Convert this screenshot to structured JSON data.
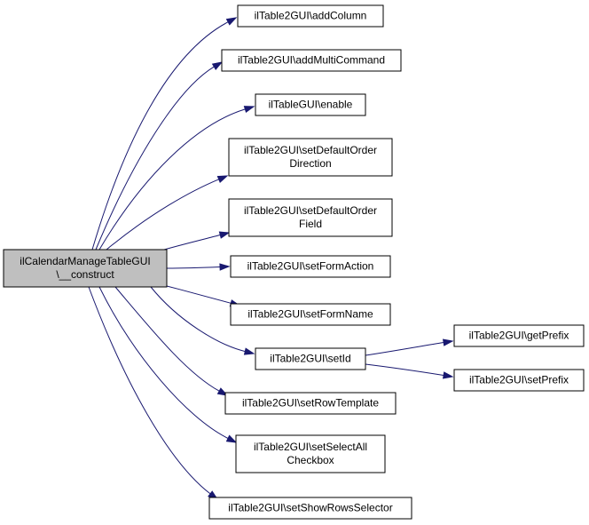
{
  "colors": {
    "root_fill": "#bfbfbf",
    "node_fill": "#ffffff",
    "border": "#000000",
    "edge": "#191970"
  },
  "nodes": [
    {
      "id": "root",
      "lines": [
        "ilCalendarManageTableGUI",
        "\\__construct"
      ]
    },
    {
      "id": "addColumn",
      "lines": [
        "ilTable2GUI\\addColumn"
      ]
    },
    {
      "id": "addMultiCommand",
      "lines": [
        "ilTable2GUI\\addMultiCommand"
      ]
    },
    {
      "id": "enable",
      "lines": [
        "ilTableGUI\\enable"
      ]
    },
    {
      "id": "setDefaultOrderDirection",
      "lines": [
        "ilTable2GUI\\setDefaultOrder",
        "Direction"
      ]
    },
    {
      "id": "setDefaultOrderField",
      "lines": [
        "ilTable2GUI\\setDefaultOrder",
        "Field"
      ]
    },
    {
      "id": "setFormAction",
      "lines": [
        "ilTable2GUI\\setFormAction"
      ]
    },
    {
      "id": "setFormName",
      "lines": [
        "ilTable2GUI\\setFormName"
      ]
    },
    {
      "id": "setId",
      "lines": [
        "ilTable2GUI\\setId"
      ]
    },
    {
      "id": "getPrefix",
      "lines": [
        "ilTable2GUI\\getPrefix"
      ]
    },
    {
      "id": "setPrefix",
      "lines": [
        "ilTable2GUI\\setPrefix"
      ]
    },
    {
      "id": "setRowTemplate",
      "lines": [
        "ilTable2GUI\\setRowTemplate"
      ]
    },
    {
      "id": "setSelectAllCheckbox",
      "lines": [
        "ilTable2GUI\\setSelectAll",
        "Checkbox"
      ]
    },
    {
      "id": "setShowRowsSelector",
      "lines": [
        "ilTable2GUI\\setShowRowsSelector"
      ]
    }
  ],
  "edges": [
    {
      "from": "root",
      "to": "addColumn"
    },
    {
      "from": "root",
      "to": "addMultiCommand"
    },
    {
      "from": "root",
      "to": "enable"
    },
    {
      "from": "root",
      "to": "setDefaultOrderDirection"
    },
    {
      "from": "root",
      "to": "setDefaultOrderField"
    },
    {
      "from": "root",
      "to": "setFormAction"
    },
    {
      "from": "root",
      "to": "setFormName"
    },
    {
      "from": "root",
      "to": "setId"
    },
    {
      "from": "root",
      "to": "setRowTemplate"
    },
    {
      "from": "root",
      "to": "setSelectAllCheckbox"
    },
    {
      "from": "root",
      "to": "setShowRowsSelector"
    },
    {
      "from": "setId",
      "to": "getPrefix"
    },
    {
      "from": "setId",
      "to": "setPrefix"
    }
  ]
}
